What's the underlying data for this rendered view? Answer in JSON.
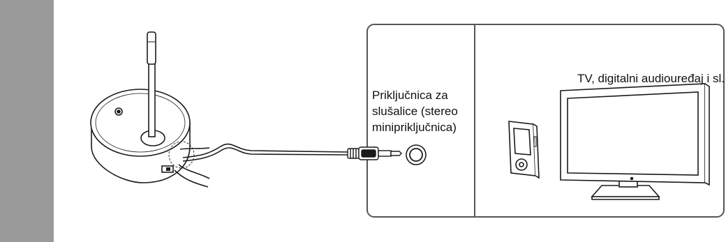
{
  "labels": {
    "jack_line1": "Priključnica za",
    "jack_line2": "slušalice (stereo",
    "jack_line3": "minipriključnica)",
    "devices": "TV, digitalni audiouređaj i sl."
  },
  "colors": {
    "side_tab": "#9a9a9a",
    "line": "#1a1a1a",
    "panel_border": "#555555"
  },
  "icons": {
    "transmitter": "wireless-transmitter-icon",
    "plug": "stereo-mini-plug-icon",
    "jack": "headphone-jack-icon",
    "player": "digital-audio-player-icon",
    "tv": "tv-icon"
  }
}
